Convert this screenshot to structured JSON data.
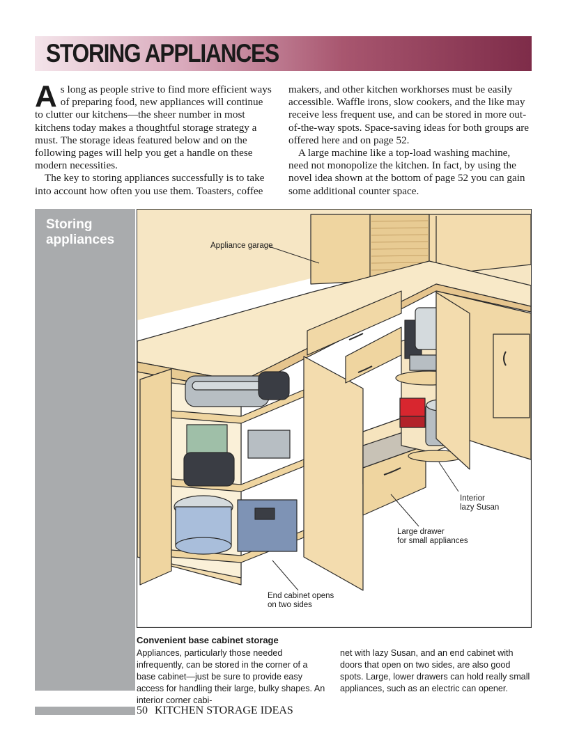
{
  "header": {
    "title": "STORING APPLIANCES"
  },
  "intro": {
    "dropcap": "A",
    "left_p1": "s long as people strive to find more efficient ways of preparing food, new appliances will continue to clutter our kitchens—the sheer number in most kitchens today makes a thoughtful storage strategy a must. The storage ideas featured below and on the following pages will help you get a handle on these modern necessities.",
    "left_p2": "The key to storing appliances successfully is to take into account how often you use them. Toasters, coffee",
    "right_p1": "makers, and other kitchen workhorses must be easily accessible. Waffle irons, slow cookers, and the like may receive less frequent use, and can be stored in more out-of-the-way spots. Space-saving ideas for both groups are offered here and on page 52.",
    "right_p2": "A large machine like a top-load washing machine, need not monopolize the kitchen. In fact, by using the novel idea shown at the bottom of page 52 you can gain some additional counter space."
  },
  "sidebar": {
    "label": "Storing appliances"
  },
  "illustration": {
    "callouts": {
      "appliance_garage": "Appliance garage",
      "lazy_susan_1": "Interior",
      "lazy_susan_2": "lazy Susan",
      "drawer_1": "Large drawer",
      "drawer_2": "for small appliances",
      "end_cabinet_1": "End cabinet opens",
      "end_cabinet_2": "on two sides"
    },
    "colors": {
      "wood": "#f3dcae",
      "wood_shade": "#e6c58e",
      "outline": "#2a2a2a",
      "steel": "#b7bec3",
      "dark": "#3a3d44",
      "green": "#9fbfa8",
      "blue": "#7e93b5",
      "red": "#d8262f",
      "gray_bg": "#a9abad"
    }
  },
  "caption": {
    "heading": "Convenient base cabinet storage",
    "left": "Appliances, particularly those needed infrequently, can be stored in the corner of a base cabinet—just be sure to provide easy access for handling their large, bulky shapes. An interior corner cabi-",
    "right": "net with lazy Susan, and an end cabinet with doors that open on two sides, are also good spots. Large, lower drawers can hold really small appliances, such as an electric can opener."
  },
  "footer": {
    "page_number": "50",
    "section": "KITCHEN STORAGE IDEAS"
  }
}
